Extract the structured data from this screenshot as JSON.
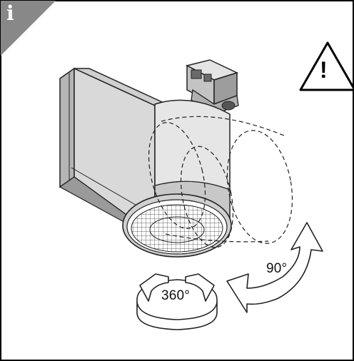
{
  "info_badge": {
    "letter": "i",
    "icon": "info-icon",
    "color": "#888888"
  },
  "warning": {
    "symbol": "!",
    "icon": "warning-triangle-icon"
  },
  "rotations": {
    "horizontal": {
      "label": "360°",
      "icon": "rotate-horizontal-arrow-icon"
    },
    "vertical": {
      "label": "90°",
      "icon": "tilt-vertical-arrow-icon"
    }
  },
  "colors": {
    "frame": "#000000",
    "body_fill": "#dcdcdc",
    "shade": "#a8a8a8",
    "dark": "#5a5a5a"
  }
}
